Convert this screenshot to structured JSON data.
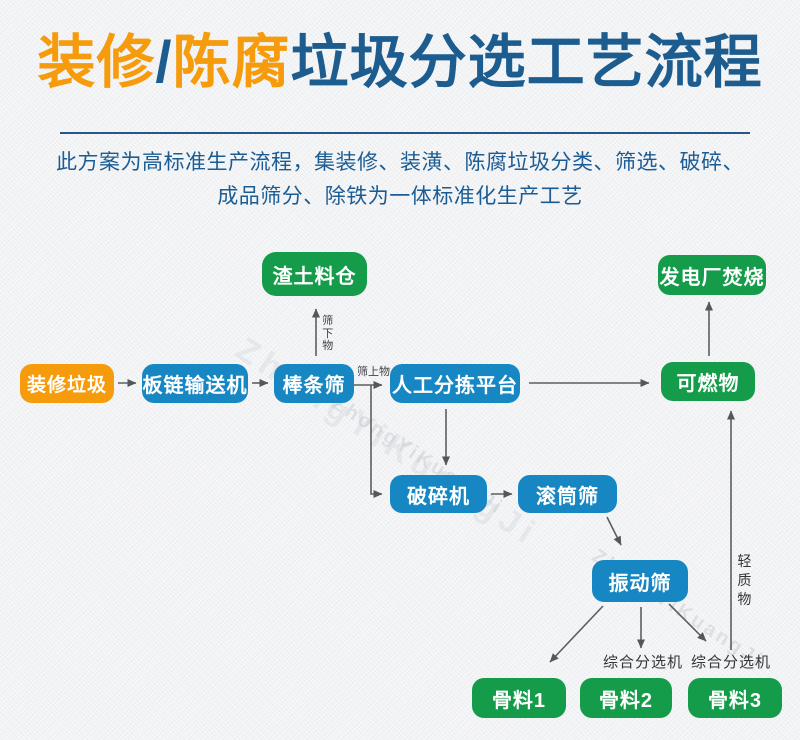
{
  "title": {
    "part1": "装修",
    "part2": "/",
    "part3": "陈腐",
    "part4": "垃圾分选工艺流程"
  },
  "subtitle": {
    "line1": "此方案为高标准生产流程，集装修、装潢、陈腐垃圾分类、筛选、破碎、",
    "line2": "成品筛分、除铁为一体标准化生产工艺"
  },
  "flow": {
    "nodes": {
      "renovation_waste": "装修垃圾",
      "plate_chain_conveyor": "板链输送机",
      "bar_screen": "棒条筛",
      "manual_sorting_platform": "人工分拣平台",
      "combustibles": "可燃物",
      "power_plant_incineration": "发电厂焚烧",
      "residue_soil_silo": "渣土料仓",
      "crusher": "破碎机",
      "trommel_screen": "滚筒筛",
      "vibrating_screen": "振动筛",
      "aggregate_1": "骨料1",
      "aggregate_2": "骨料2",
      "aggregate_3": "骨料3"
    },
    "edge_labels": {
      "screen_underflow": "筛下物",
      "screen_overflow": "筛上物",
      "light_material": "轻质物",
      "combined_separator_left": "综合分选机",
      "combined_separator_right": "综合分选机"
    }
  },
  "colors": {
    "node_orange": "#f59b0c",
    "node_blue": "#1787c3",
    "node_green": "#149c4a",
    "title_orange": "#f59b0c",
    "title_blue": "#1c5c8f",
    "subtitle_blue": "#1b5c94",
    "divider_blue": "#26578a",
    "arrow_gray": "#5c5f63"
  },
  "watermark": {
    "text": "ZhongYiKuangJi"
  }
}
